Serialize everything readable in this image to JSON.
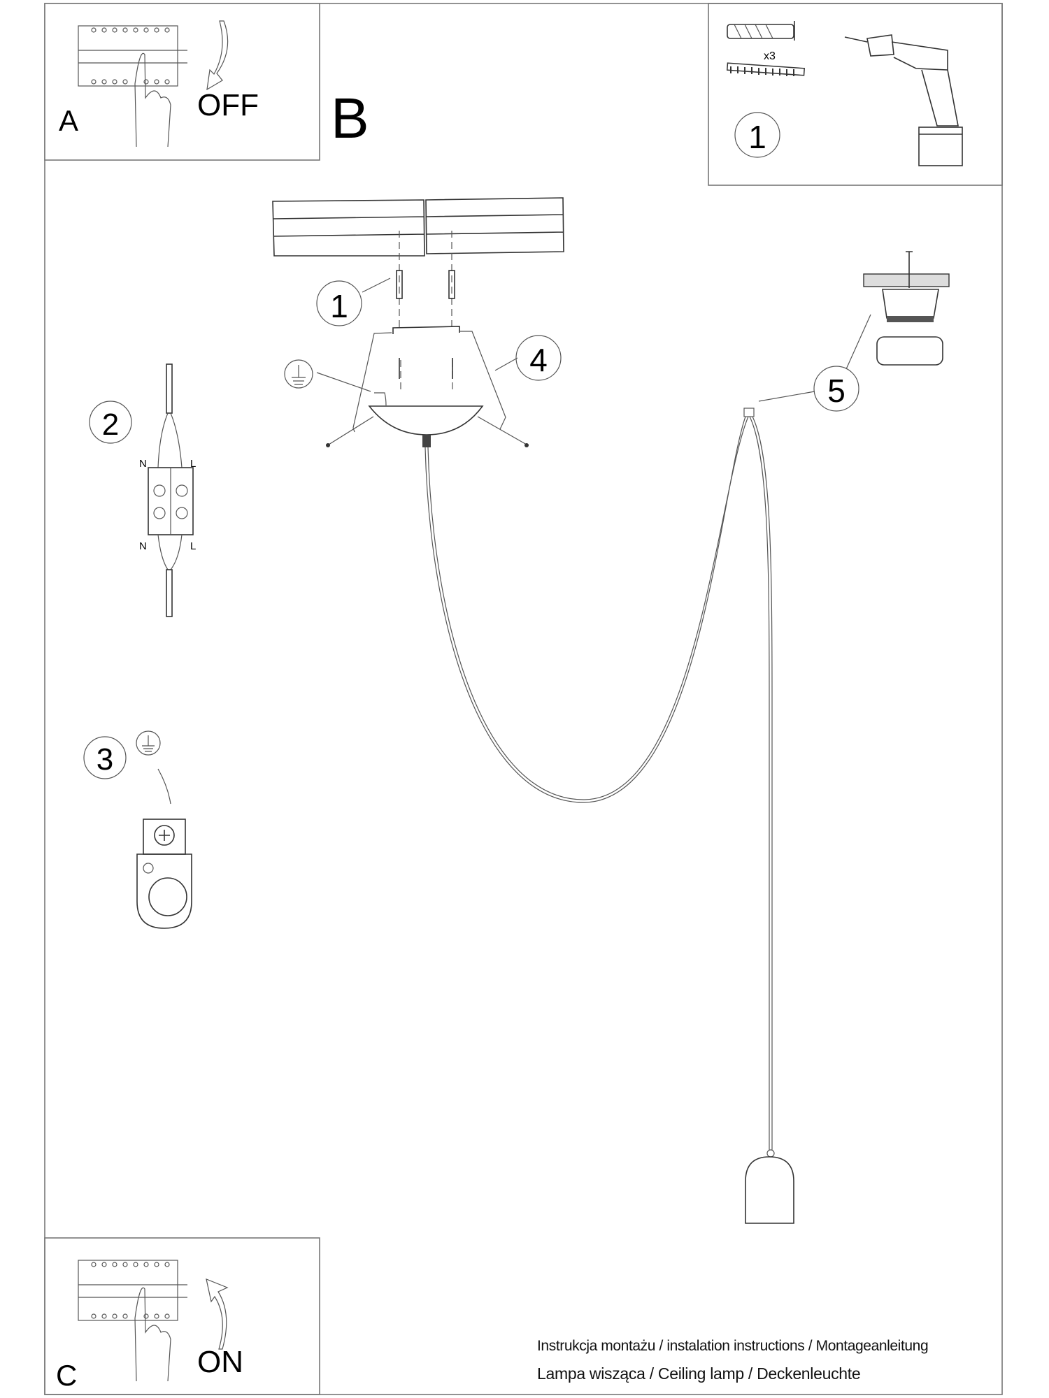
{
  "panel_a": {
    "letter": "A",
    "state": "OFF"
  },
  "panel_b": {
    "letter": "B"
  },
  "panel_c": {
    "letter": "C",
    "state": "ON"
  },
  "tools_box": {
    "step": "1",
    "quantity": "x3"
  },
  "steps": {
    "anchors": "1",
    "wiring": "2",
    "ground": "3",
    "canopy": "4",
    "cover": "5"
  },
  "wiring_labels": {
    "top_n": "N",
    "top_l": "L",
    "bottom_n": "N",
    "bottom_l": "L"
  },
  "footer": {
    "line1": "Instrukcja montażu / instalation instructions / Montageanleitung",
    "line2": "Lampa wisząca / Ceiling lamp / Deckenleuchte"
  }
}
